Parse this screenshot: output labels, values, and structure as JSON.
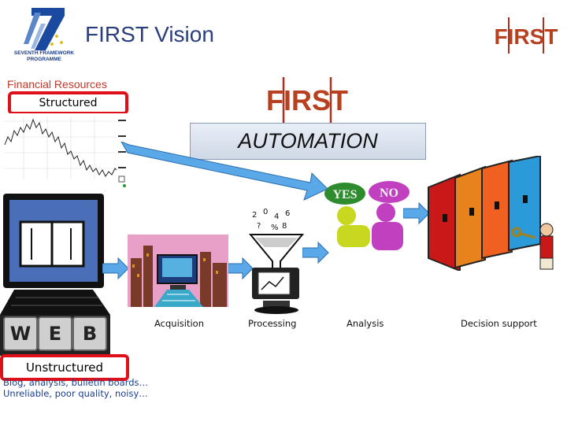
{
  "header": {
    "title": "FIRST Vision",
    "fp7_logo_text": "SEVENTH FRAMEWORK PROGRAMME",
    "first_logo_text": "FIRST"
  },
  "sources": {
    "financial_label": "Financial Resources",
    "structured_label": "Structured",
    "unstructured_label": "Unstructured",
    "unstructured_note_1": "Blog, analysis, bulletin boards…",
    "unstructured_note_2": "Unreliable,  poor quality, noisy…",
    "web_keys": [
      "W",
      "E",
      "B"
    ]
  },
  "center": {
    "logo_text": "FIRST",
    "automation_label": "AUTOMATION",
    "yes_label": "YES",
    "no_label": "NO"
  },
  "pipeline": {
    "stages": [
      "Acquisition",
      "Processing",
      "Analysis",
      "Decision support"
    ]
  },
  "colors": {
    "title": "#2a3d7c",
    "accent_red": "#e0101a",
    "arrow_blue": "#5aa8e8",
    "note_blue": "#1b3f8f"
  }
}
